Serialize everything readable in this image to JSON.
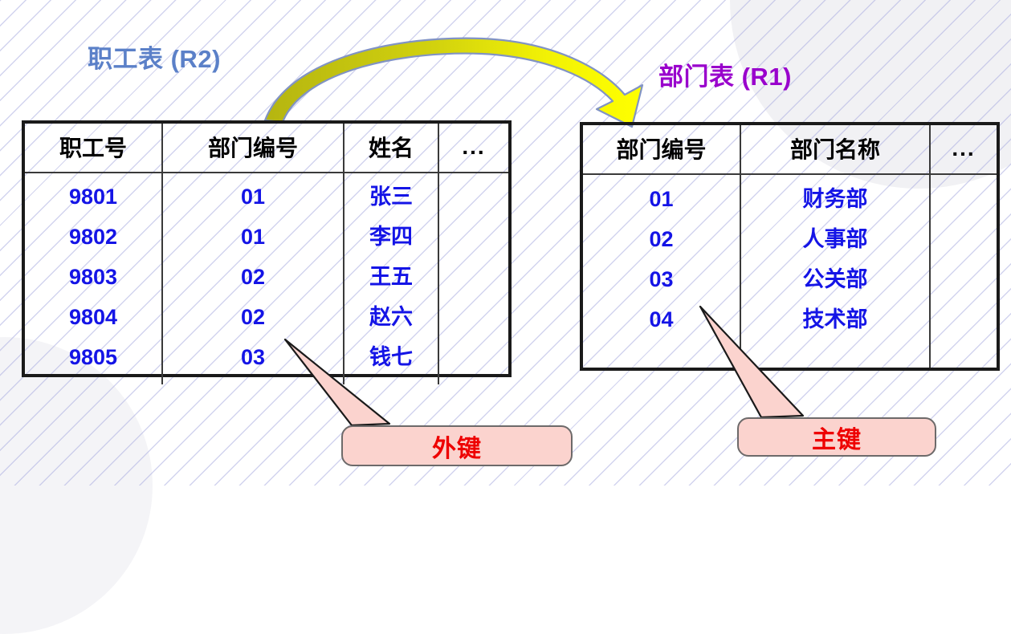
{
  "background": {
    "stripe_color": "#adb0e1",
    "circle_color": "#f1f1f4",
    "page_color": "#ffffff"
  },
  "colors": {
    "employee_title": "#5b80c8",
    "department_title": "#9900cc",
    "cell_value": "#1414e6",
    "header_text": "#000000",
    "callout_fill": "#fbd3ce",
    "callout_text": "#ee0000",
    "arrow_light": "#ffff00",
    "arrow_dark": "#b0b013",
    "table_border": "#1a1a1a"
  },
  "employee_table": {
    "title": "职工表 (R2)",
    "headers": [
      "职工号",
      "部门编号",
      "姓名",
      "..."
    ],
    "rows": [
      [
        "9801",
        "01",
        "张三",
        ""
      ],
      [
        "9802",
        "01",
        "李四",
        ""
      ],
      [
        "9803",
        "02",
        "王五",
        ""
      ],
      [
        "9804",
        "02",
        "赵六",
        ""
      ],
      [
        "9805",
        "03",
        "钱七",
        ""
      ]
    ]
  },
  "department_table": {
    "title": "部门表 (R1)",
    "headers": [
      "部门编号",
      "部门名称",
      "..."
    ],
    "rows": [
      [
        "01",
        "财务部",
        ""
      ],
      [
        "02",
        "人事部",
        ""
      ],
      [
        "03",
        "公关部",
        ""
      ],
      [
        "04",
        "技术部",
        ""
      ]
    ]
  },
  "callouts": {
    "foreign_key": "外键",
    "primary_key": "主键"
  },
  "arrow": {
    "name": "relation-arrow",
    "from": "职工表 (R2)",
    "to": "部门表 (R1)"
  }
}
